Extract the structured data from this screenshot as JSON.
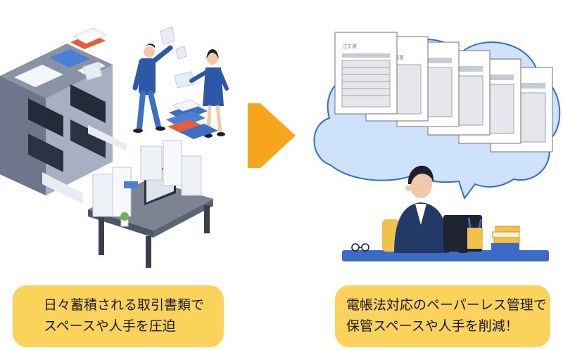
{
  "left_caption": {
    "line1": "日々蓄積される取引書類で",
    "line2": "スペースや人手を圧迫"
  },
  "right_caption": {
    "line1": "電帳法対応のペーパーレス管理で",
    "line2": "保管スペースや人手を削減！"
  },
  "documents": [
    {
      "title": "注文書"
    },
    {
      "title": "請書"
    }
  ],
  "colors": {
    "caption_bg": "#fbd25a",
    "arrow": "#f7a51d",
    "cloud": "#cfe2fb",
    "cloud_stroke": "#2f6fd1",
    "desk": "#3b6bc7",
    "suit": "#233a66"
  }
}
